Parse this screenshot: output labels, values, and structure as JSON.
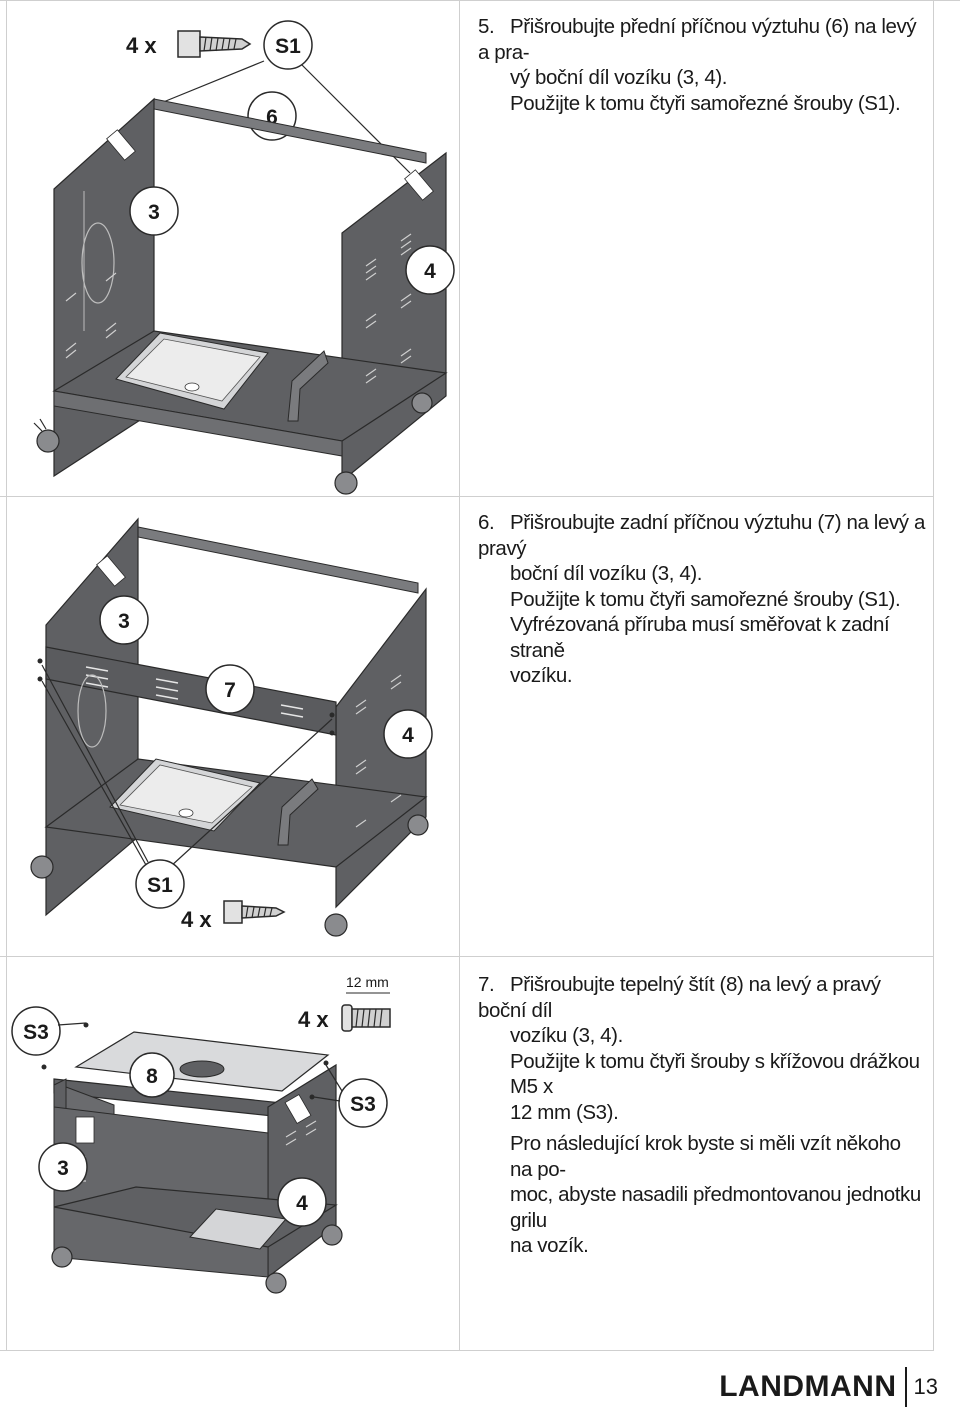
{
  "steps": [
    {
      "number": "5.",
      "lines": [
        "Přišroubujte přední příčnou výztuhu (6) na levý a pra-",
        "vý boční díl vozíku (3, 4).",
        "Použijte k tomu čtyři samořezné šrouby (S1)."
      ],
      "callouts": {
        "qty": "4 x",
        "screw": "S1",
        "part_a": "6",
        "part_b": "3",
        "part_c": "4"
      }
    },
    {
      "number": "6.",
      "lines": [
        "Přišroubujte zadní příčnou výztuhu (7) na levý a pravý",
        "boční díl vozíku (3, 4).",
        "Použijte k tomu čtyři samořezné šrouby (S1).",
        "Vyfrézovaná příruba musí směřovat k zadní straně",
        "vozíku."
      ],
      "callouts": {
        "part_a": "3",
        "part_b": "7",
        "part_c": "4",
        "screw": "S1",
        "qty": "4 x"
      }
    },
    {
      "number": "7.",
      "lines": [
        "Přišroubujte tepelný štít (8) na levý a pravý boční díl",
        "vozíku (3, 4).",
        "Použijte k tomu čtyři šrouby s křížovou drážkou M5 x",
        "12 mm (S3).",
        "Pro následující krok byste si měli vzít někoho na po-",
        "moc, abyste nasadili předmontovanou jednotku grilu",
        "na vozík."
      ],
      "callouts": {
        "screw_left": "S3",
        "part_a": "8",
        "part_b": "3",
        "part_c": "4",
        "qty": "4 x",
        "screw_right": "S3",
        "length": "12 mm"
      }
    }
  ],
  "footer": {
    "brand": "LANDMANN",
    "page": "13"
  },
  "colors": {
    "cart_dark": "#5f6063",
    "cart_mid": "#7a7b7e",
    "tray": "#d4d5d7",
    "outline": "#2a2a2a",
    "grid": "#cfcfcf"
  }
}
